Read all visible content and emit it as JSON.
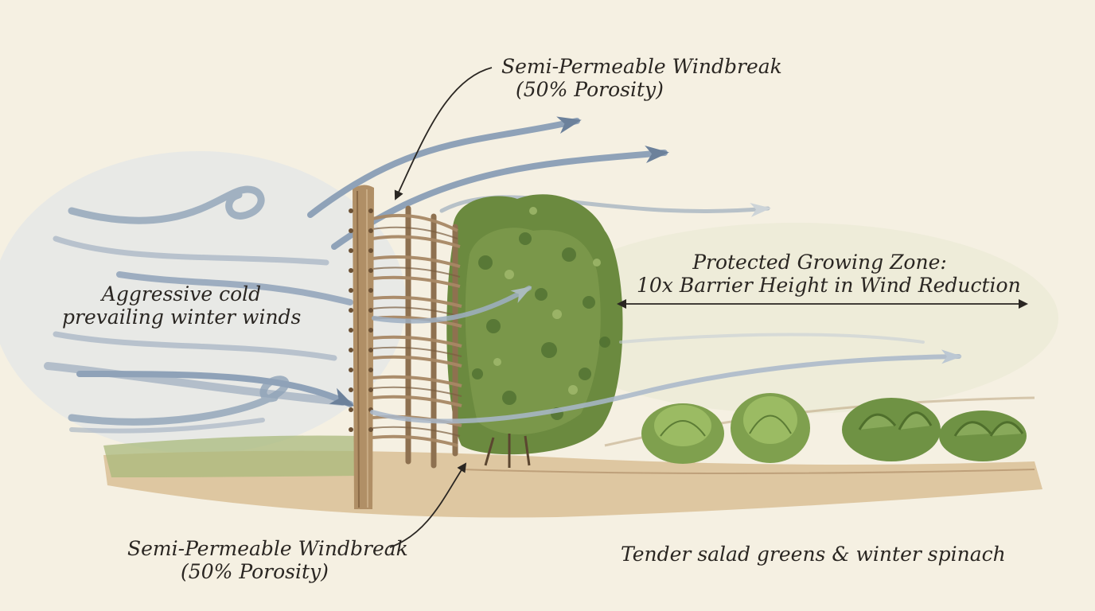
{
  "labels": {
    "top_windbreak": {
      "line1": "Semi-Permeable Windbreak",
      "line2": "(50% Porosity)"
    },
    "bottom_windbreak": {
      "line1": "Semi-Permeable Windbreak",
      "line2": "(50% Porosity)"
    },
    "winds": {
      "line1": "Aggressive cold",
      "line2": "prevailing winter winds"
    },
    "zone": {
      "line1": "Protected Growing Zone:",
      "line2": "10x Barrier Height in Wind Reduction"
    },
    "greens": "Tender salad greens & winter spinach"
  },
  "colors": {
    "paper": "#f5f0e2",
    "wind": "#8fa2b8",
    "wind_dark": "#5f7590",
    "hedge": "#6b8a3f",
    "hedge_dark": "#4a6b2e",
    "wood": "#9c7a52",
    "soil": "#d9bf94",
    "greens": "#7fa04e",
    "ink": "#2a2622"
  }
}
